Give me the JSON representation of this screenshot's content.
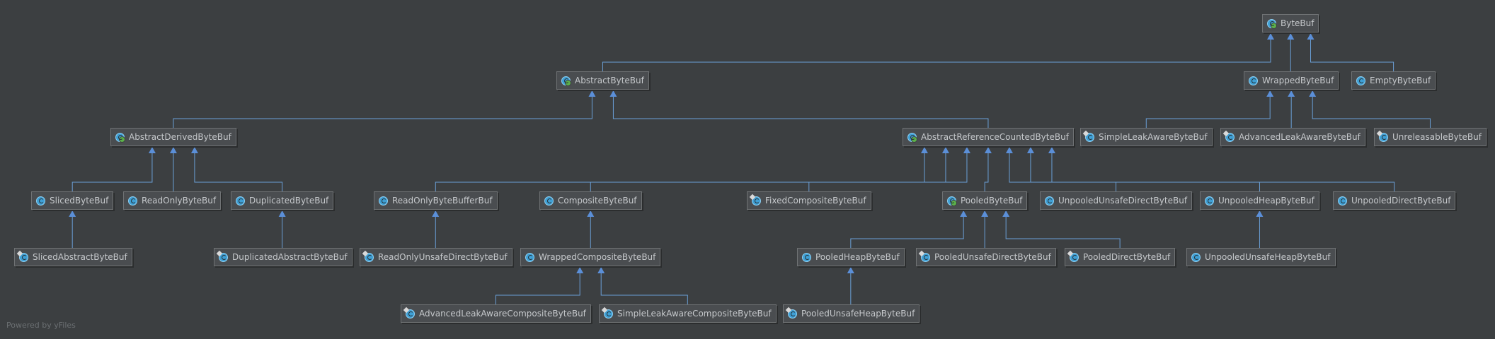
{
  "diagram": {
    "nodes": [
      {
        "id": "ByteBuf",
        "label": "ByteBuf",
        "kind": "abstract"
      },
      {
        "id": "AbstractByteBuf",
        "label": "AbstractByteBuf",
        "kind": "abstract"
      },
      {
        "id": "WrappedByteBuf",
        "label": "WrappedByteBuf",
        "kind": "class"
      },
      {
        "id": "EmptyByteBuf",
        "label": "EmptyByteBuf",
        "kind": "class"
      },
      {
        "id": "AbstractDerivedByteBuf",
        "label": "AbstractDerivedByteBuf",
        "kind": "abstract"
      },
      {
        "id": "AbstractReferenceCountedByteBuf",
        "label": "AbstractReferenceCountedByteBuf",
        "kind": "abstract"
      },
      {
        "id": "SimpleLeakAwareByteBuf",
        "label": "SimpleLeakAwareByteBuf",
        "kind": "leak"
      },
      {
        "id": "AdvancedLeakAwareByteBuf",
        "label": "AdvancedLeakAwareByteBuf",
        "kind": "leak"
      },
      {
        "id": "UnreleasableByteBuf",
        "label": "UnreleasableByteBuf",
        "kind": "leak"
      },
      {
        "id": "SlicedByteBuf",
        "label": "SlicedByteBuf",
        "kind": "class"
      },
      {
        "id": "ReadOnlyByteBuf",
        "label": "ReadOnlyByteBuf",
        "kind": "class"
      },
      {
        "id": "DuplicatedByteBuf",
        "label": "DuplicatedByteBuf",
        "kind": "class"
      },
      {
        "id": "ReadOnlyByteBufferBuf",
        "label": "ReadOnlyByteBufferBuf",
        "kind": "class"
      },
      {
        "id": "CompositeByteBuf",
        "label": "CompositeByteBuf",
        "kind": "class"
      },
      {
        "id": "FixedCompositeByteBuf",
        "label": "FixedCompositeByteBuf",
        "kind": "leak"
      },
      {
        "id": "PooledByteBuf",
        "label": "PooledByteBuf",
        "kind": "abstract"
      },
      {
        "id": "UnpooledUnsafeDirectByteBuf",
        "label": "UnpooledUnsafeDirectByteBuf",
        "kind": "class"
      },
      {
        "id": "UnpooledHeapByteBuf",
        "label": "UnpooledHeapByteBuf",
        "kind": "class"
      },
      {
        "id": "UnpooledDirectByteBuf",
        "label": "UnpooledDirectByteBuf",
        "kind": "class"
      },
      {
        "id": "SlicedAbstractByteBuf",
        "label": "SlicedAbstractByteBuf",
        "kind": "leak"
      },
      {
        "id": "DuplicatedAbstractByteBuf",
        "label": "DuplicatedAbstractByteBuf",
        "kind": "leak"
      },
      {
        "id": "ReadOnlyUnsafeDirectByteBuf",
        "label": "ReadOnlyUnsafeDirectByteBuf",
        "kind": "leak"
      },
      {
        "id": "WrappedCompositeByteBuf",
        "label": "WrappedCompositeByteBuf",
        "kind": "class"
      },
      {
        "id": "PooledHeapByteBuf",
        "label": "PooledHeapByteBuf",
        "kind": "class"
      },
      {
        "id": "PooledUnsafeDirectByteBuf",
        "label": "PooledUnsafeDirectByteBuf",
        "kind": "leak"
      },
      {
        "id": "PooledDirectByteBuf",
        "label": "PooledDirectByteBuf",
        "kind": "leak"
      },
      {
        "id": "UnpooledUnsafeHeapByteBuf",
        "label": "UnpooledUnsafeHeapByteBuf",
        "kind": "class"
      },
      {
        "id": "AdvancedLeakAwareCompositeByteBuf",
        "label": "AdvancedLeakAwareCompositeByteBuf",
        "kind": "leak"
      },
      {
        "id": "SimpleLeakAwareCompositeByteBuf",
        "label": "SimpleLeakAwareCompositeByteBuf",
        "kind": "leak"
      },
      {
        "id": "PooledUnsafeHeapByteBuf",
        "label": "PooledUnsafeHeapByteBuf",
        "kind": "leak"
      }
    ],
    "edges": [
      {
        "from": "AbstractByteBuf",
        "to": "ByteBuf"
      },
      {
        "from": "WrappedByteBuf",
        "to": "ByteBuf"
      },
      {
        "from": "EmptyByteBuf",
        "to": "ByteBuf"
      },
      {
        "from": "AbstractDerivedByteBuf",
        "to": "AbstractByteBuf"
      },
      {
        "from": "AbstractReferenceCountedByteBuf",
        "to": "AbstractByteBuf"
      },
      {
        "from": "SimpleLeakAwareByteBuf",
        "to": "WrappedByteBuf"
      },
      {
        "from": "AdvancedLeakAwareByteBuf",
        "to": "WrappedByteBuf"
      },
      {
        "from": "UnreleasableByteBuf",
        "to": "WrappedByteBuf"
      },
      {
        "from": "SlicedByteBuf",
        "to": "AbstractDerivedByteBuf"
      },
      {
        "from": "ReadOnlyByteBuf",
        "to": "AbstractDerivedByteBuf"
      },
      {
        "from": "DuplicatedByteBuf",
        "to": "AbstractDerivedByteBuf"
      },
      {
        "from": "ReadOnlyByteBufferBuf",
        "to": "AbstractReferenceCountedByteBuf"
      },
      {
        "from": "CompositeByteBuf",
        "to": "AbstractReferenceCountedByteBuf"
      },
      {
        "from": "FixedCompositeByteBuf",
        "to": "AbstractReferenceCountedByteBuf"
      },
      {
        "from": "PooledByteBuf",
        "to": "AbstractReferenceCountedByteBuf"
      },
      {
        "from": "UnpooledUnsafeDirectByteBuf",
        "to": "AbstractReferenceCountedByteBuf"
      },
      {
        "from": "UnpooledHeapByteBuf",
        "to": "AbstractReferenceCountedByteBuf"
      },
      {
        "from": "UnpooledDirectByteBuf",
        "to": "AbstractReferenceCountedByteBuf"
      },
      {
        "from": "SlicedAbstractByteBuf",
        "to": "SlicedByteBuf"
      },
      {
        "from": "DuplicatedAbstractByteBuf",
        "to": "DuplicatedByteBuf"
      },
      {
        "from": "ReadOnlyUnsafeDirectByteBuf",
        "to": "ReadOnlyByteBufferBuf"
      },
      {
        "from": "WrappedCompositeByteBuf",
        "to": "CompositeByteBuf"
      },
      {
        "from": "PooledHeapByteBuf",
        "to": "PooledByteBuf"
      },
      {
        "from": "PooledUnsafeDirectByteBuf",
        "to": "PooledByteBuf"
      },
      {
        "from": "PooledDirectByteBuf",
        "to": "PooledByteBuf"
      },
      {
        "from": "UnpooledUnsafeHeapByteBuf",
        "to": "UnpooledHeapByteBuf"
      },
      {
        "from": "AdvancedLeakAwareCompositeByteBuf",
        "to": "WrappedCompositeByteBuf"
      },
      {
        "from": "SimpleLeakAwareCompositeByteBuf",
        "to": "WrappedCompositeByteBuf"
      },
      {
        "from": "PooledUnsafeHeapByteBuf",
        "to": "PooledHeapByteBuf"
      }
    ]
  },
  "footer": {
    "text": "Powered by yFiles"
  },
  "colors": {
    "background": "#3c3f41",
    "edge": "#6a9fd6",
    "arrow": "#5b8fd8",
    "node_fill": "#4a4d50",
    "node_border": "#6f7274",
    "text": "#c5c8cb",
    "class_icon": "#3f9fd4",
    "abstract_badge": "#5cb04a"
  }
}
